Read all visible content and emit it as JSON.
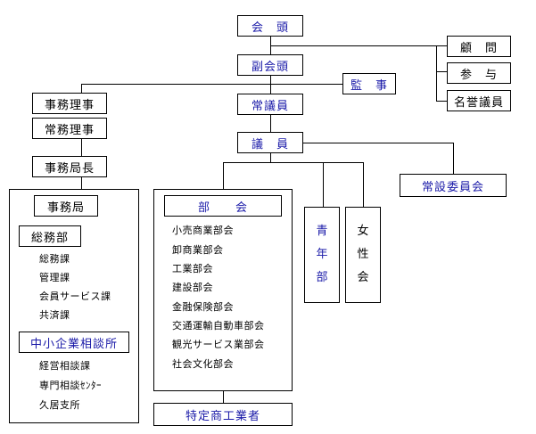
{
  "nodes": {
    "kaito": "会　頭",
    "fukukaito": "副会頭",
    "kanji": "監　事",
    "komon": "顧　問",
    "sanyo": "参　与",
    "meiyo": "名誉議員",
    "jomu_riji_1": "事務理事",
    "jomu_riji_2": "常務理事",
    "jogiin": "常議員",
    "giin": "議　員",
    "jimukyokucho": "事務局長",
    "jimukyoku": "事務局",
    "somubu": "総務部",
    "chusho": "中小企業相談所",
    "bukai": "部　　会",
    "seinenbu": [
      "青",
      "年",
      "部"
    ],
    "joseikai": [
      "女",
      "性",
      "会"
    ],
    "josetsu": "常設委員会",
    "tokutei": "特定商工業者"
  },
  "somubu_items": [
    "総務課",
    "管理課",
    "会員サービス課",
    "共済課"
  ],
  "chusho_items": [
    "経営相談課",
    "専門相談ｾﾝﾀｰ",
    "久居支所"
  ],
  "bukai_items": [
    "小売商業部会",
    "卸商業部会",
    "工業部会",
    "建設部会",
    "金融保険部会",
    "交通運輸自動車部会",
    "観光サービス業部会",
    "社会文化部会"
  ]
}
